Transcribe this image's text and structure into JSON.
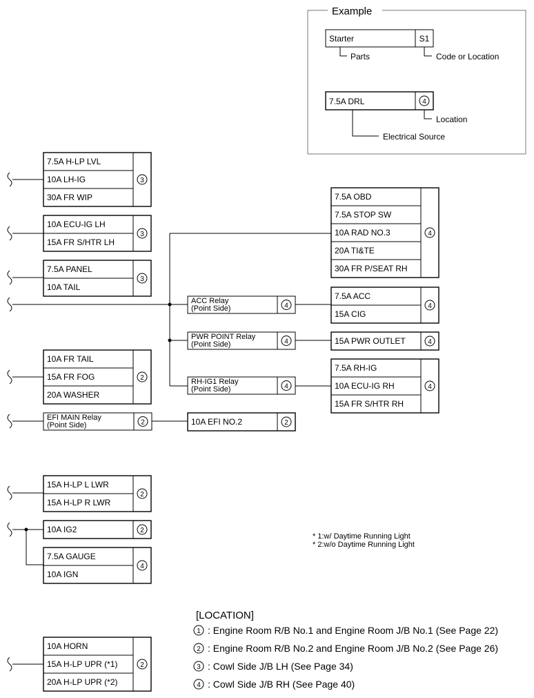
{
  "example": {
    "title": "Example",
    "parts_name": "Starter",
    "parts_code": "S1",
    "parts_label": "Parts",
    "code_label": "Code or Location",
    "source_name": "7.5A DRL",
    "source_location": "4",
    "location_label": "Location",
    "source_label": "Electrical Source"
  },
  "left_groups": [
    {
      "location": "3",
      "fuses": [
        "7.5A H-LP LVL",
        "10A LH-IG",
        "30A FR WIP"
      ]
    },
    {
      "location": "3",
      "fuses": [
        "10A ECU-IG LH",
        "15A FR S/HTR LH"
      ]
    },
    {
      "location": "3",
      "fuses": [
        "7.5A PANEL",
        "10A TAIL"
      ]
    },
    {
      "location": "2",
      "fuses": [
        "10A FR TAIL",
        "15A FR FOG",
        "20A WASHER"
      ]
    },
    {
      "location": "2",
      "fuses": [
        "15A H-LP L LWR",
        "15A H-LP R LWR"
      ]
    },
    {
      "location": "2",
      "fuses": [
        "10A IG2"
      ]
    },
    {
      "location": "4",
      "fuses": [
        "7.5A GAUGE",
        "10A IGN"
      ]
    },
    {
      "location": "2",
      "fuses": [
        "10A HORN",
        "15A H-LP UPR (*1)",
        "20A H-LP UPR (*2)"
      ]
    }
  ],
  "efi_relay": {
    "line1": "EFI MAIN Relay",
    "line2": "(Point Side)",
    "location": "2"
  },
  "efi_fuse": {
    "name": "10A EFI NO.2",
    "location": "2"
  },
  "relays": [
    {
      "line1": "ACC Relay",
      "line2": "(Point Side)",
      "location": "4"
    },
    {
      "line1": "PWR POINT Relay",
      "line2": "(Point Side)",
      "location": "4"
    },
    {
      "line1": "RH-IG1 Relay",
      "line2": "(Point Side)",
      "location": "4"
    }
  ],
  "right_groups": [
    {
      "location": "4",
      "fuses": [
        "7.5A OBD",
        "7.5A STOP SW",
        "10A RAD NO.3",
        "20A TI&TE",
        "30A FR P/SEAT RH"
      ]
    },
    {
      "location": "4",
      "fuses": [
        "7.5A ACC",
        "15A CIG"
      ]
    },
    {
      "location": "4",
      "fuses": [
        "15A PWR OUTLET"
      ]
    },
    {
      "location": "4",
      "fuses": [
        "7.5A RH-IG",
        "10A ECU-IG RH",
        "15A FR S/HTR RH"
      ]
    }
  ],
  "notes": [
    "* 1:w/ Daytime Running Light",
    "* 2:w/o Daytime Running Light"
  ],
  "legend": {
    "title": "[LOCATION]",
    "items": [
      {
        "num": "1",
        "text": ": Engine Room R/B No.1 and Engine Room J/B No.1 (See Page 22)"
      },
      {
        "num": "2",
        "text": ": Engine Room R/B No.2 and Engine Room J/B No.2 (See Page 26)"
      },
      {
        "num": "3",
        "text": ": Cowl Side J/B LH (See Page 34)"
      },
      {
        "num": "4",
        "text": ": Cowl Side J/B RH (See Page 40)"
      }
    ]
  }
}
